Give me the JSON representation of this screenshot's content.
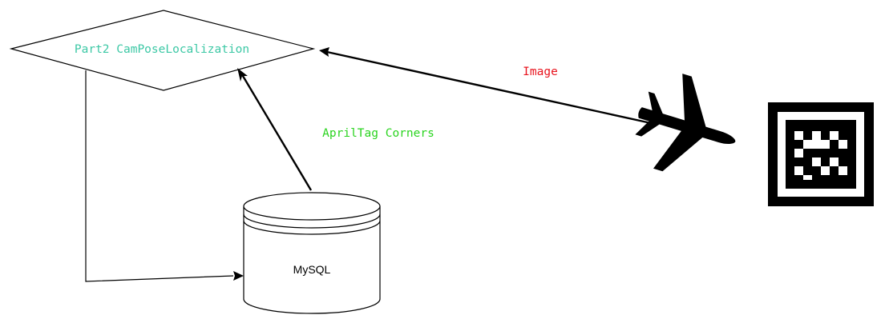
{
  "diagram": {
    "localization_node": {
      "label": "Part2 CamPoseLocalization",
      "label_color": "#3cc8a5"
    },
    "database": {
      "label": "MySQL"
    },
    "edges": {
      "image": {
        "label": "Image",
        "label_color": "#e8141e"
      },
      "apriltag_corners": {
        "label": "AprilTag Corners",
        "label_color": "#2ad41f"
      }
    },
    "icons": {
      "aircraft": "airplane-icon",
      "marker": "apriltag-marker-icon"
    }
  }
}
